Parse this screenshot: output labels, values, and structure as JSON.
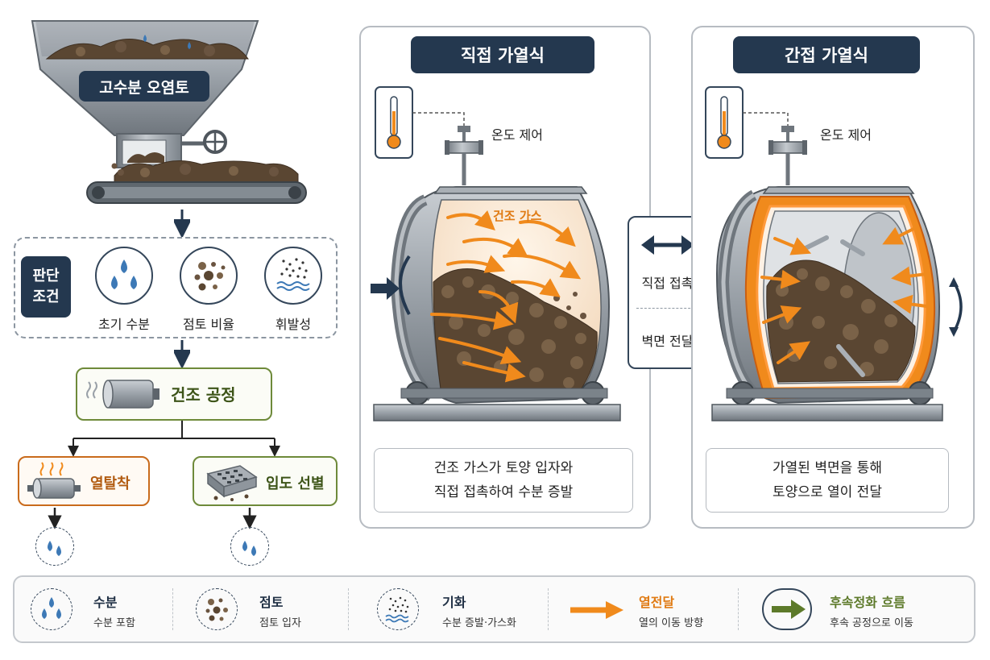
{
  "hopper": {
    "label": "고수분 오염토"
  },
  "criteria": {
    "label_line1": "판단",
    "label_line2": "조건",
    "items": [
      {
        "icon": "water-drops-icon",
        "label": "초기 수분"
      },
      {
        "icon": "clay-particles-icon",
        "label": "점토 비율"
      },
      {
        "icon": "vapor-icon",
        "label": "휘발성"
      }
    ]
  },
  "drying": {
    "label": "건조 공정"
  },
  "branches": [
    {
      "icon": "heated-drum-icon",
      "label": "열탈착"
    },
    {
      "icon": "sieve-screen-icon",
      "label": "입도 선별"
    }
  ],
  "direct": {
    "title": "직접 가열식",
    "temp_label": "온도 제어",
    "gas_label": "건조 가스",
    "caption_line1": "건조 가스가 토양 입자와",
    "caption_line2": "직접 접촉하여 수분 증발"
  },
  "compare": {
    "top": "직접 접촉",
    "bottom": "벽면 전달"
  },
  "indirect": {
    "title": "간접 가열식",
    "temp_label": "온도 제어",
    "caption_line1": "가열된 벽면을 통해",
    "caption_line2": "토양으로 열이 전달"
  },
  "legend": [
    {
      "icon": "water-drops-icon",
      "title": "수분",
      "desc": "수분 포함",
      "title_color": "#1f2f44"
    },
    {
      "icon": "clay-particles-icon",
      "title": "점토",
      "desc": "점토 입자",
      "title_color": "#1f2f44"
    },
    {
      "icon": "vapor-icon",
      "title": "기화",
      "desc": "수분 증발·가스화",
      "title_color": "#1f2f44"
    },
    {
      "icon": "orange-arrow-icon",
      "title": "열전달",
      "desc": "열의 이동 방향",
      "title_color": "#e07b14"
    },
    {
      "icon": "green-arrow-icon",
      "title": "후속정화 흐름",
      "desc": "후속 공정으로 이동",
      "title_color": "#5d7a2a"
    }
  ],
  "colors": {
    "navy": "#24384f",
    "orange": "#f08a1c",
    "green": "#5d7a2a",
    "soil": "#5a4632",
    "metal": "#8f969d",
    "water": "#3d79b6"
  }
}
